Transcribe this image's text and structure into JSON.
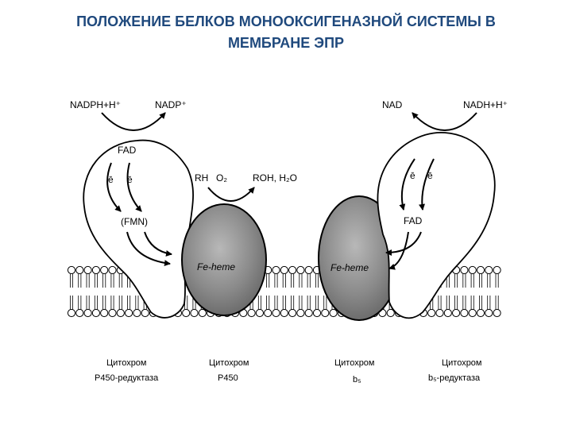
{
  "title": {
    "line1": "ПОЛОЖЕНИЕ БЕЛКОВ МОНООКСИГЕНАЗНОЙ СИСТЕМЫ В",
    "line2": "МЕМБРАНЕ ЭПР"
  },
  "left_reaction": {
    "substrate": "NADPH+H⁺",
    "product": "NADP⁺"
  },
  "right_reaction": {
    "substrate": "NADH+H⁺",
    "product": "NAD"
  },
  "left_protein": {
    "cofactor1": "FAD",
    "cofactor2": "(FMN)",
    "electron": "ē"
  },
  "right_protein": {
    "cofactor": "FAD",
    "electron": "ē"
  },
  "p450_reaction": {
    "rh": "RH",
    "o2": "O₂",
    "products": "ROH, H₂O"
  },
  "heme_left": "Fe-heme",
  "heme_right": "Fe-heme",
  "captions": [
    {
      "line1": "Цитохром",
      "line2": "Р450-редуктаза"
    },
    {
      "line1": "Цитохром",
      "line2": "Р450"
    },
    {
      "line1": "Цитохром",
      "line2": "b₅"
    },
    {
      "line1": "Цитохром",
      "line2": "b₅-редуктаза"
    }
  ]
}
